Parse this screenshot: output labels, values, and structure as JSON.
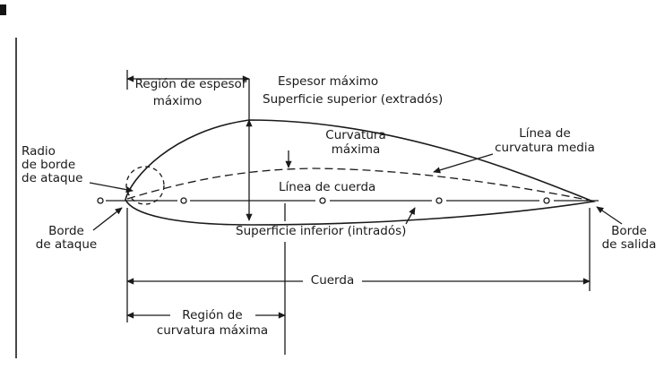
{
  "figure": {
    "type": "airfoil-nomenclature-diagram",
    "colors": {
      "ink": "#1a1a1a",
      "paper": "#ffffff"
    },
    "labels": {
      "region_espesor_1": "Región de espesor",
      "region_espesor_2": "máximo",
      "espesor_maximo": "Espesor máximo",
      "superficie_superior": "Superficie superior (extradós)",
      "curvatura_maxima_1": "Curvatura",
      "curvatura_maxima_2": "máxima",
      "linea_curvatura_media_1": "Línea de",
      "linea_curvatura_media_2": "curvatura media",
      "linea_cuerda": "Línea de cuerda",
      "radio_borde_1": "Radio",
      "radio_borde_2": "de borde",
      "radio_borde_3": "de ataque",
      "borde_ataque_1": "Borde",
      "borde_ataque_2": "de ataque",
      "superficie_inferior": "Superficie inferior (intradós)",
      "borde_salida_1": "Borde",
      "borde_salida_2": "de salida",
      "cuerda": "Cuerda",
      "region_curvatura_1": "Región de",
      "region_curvatura_2": "curvatura máxima"
    }
  }
}
